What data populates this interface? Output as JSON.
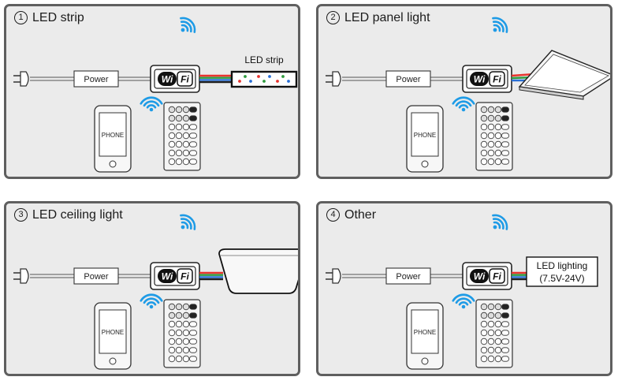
{
  "panels": [
    {
      "number": "1",
      "title": "LED strip",
      "power_label": "Power",
      "wifi_label": {
        "wi": "Wi",
        "fi": "Fi"
      },
      "phone_label": "PHONE",
      "load": "strip",
      "load_label_1": "LED strip",
      "load_label_2": ""
    },
    {
      "number": "2",
      "title": "LED panel light",
      "power_label": "Power",
      "wifi_label": {
        "wi": "Wi",
        "fi": "Fi"
      },
      "phone_label": "PHONE",
      "load": "panel",
      "load_label_1": "",
      "load_label_2": ""
    },
    {
      "number": "3",
      "title": "LED ceiling light",
      "power_label": "Power",
      "wifi_label": {
        "wi": "Wi",
        "fi": "Fi"
      },
      "phone_label": "PHONE",
      "load": "ceiling",
      "load_label_1": "",
      "load_label_2": ""
    },
    {
      "number": "4",
      "title": "Other",
      "power_label": "Power",
      "wifi_label": {
        "wi": "Wi",
        "fi": "Fi"
      },
      "phone_label": "PHONE",
      "load": "other",
      "load_label_1": "LED lighting",
      "load_label_2": "(7.5V-24V)"
    }
  ],
  "colors": {
    "panel_bg": "#ebebeb",
    "panel_border": "#5f5f5f",
    "wifi_signal": "#1e9be6",
    "wire_red": "#e8332e",
    "wire_green": "#2f9b3f",
    "wire_blue": "#2a6fd6",
    "wire_black": "#1c1c1c"
  },
  "icons": [
    "plug-icon",
    "wifi-signal-icon",
    "phone-icon",
    "remote-control-icon",
    "wifi-controller-icon"
  ]
}
